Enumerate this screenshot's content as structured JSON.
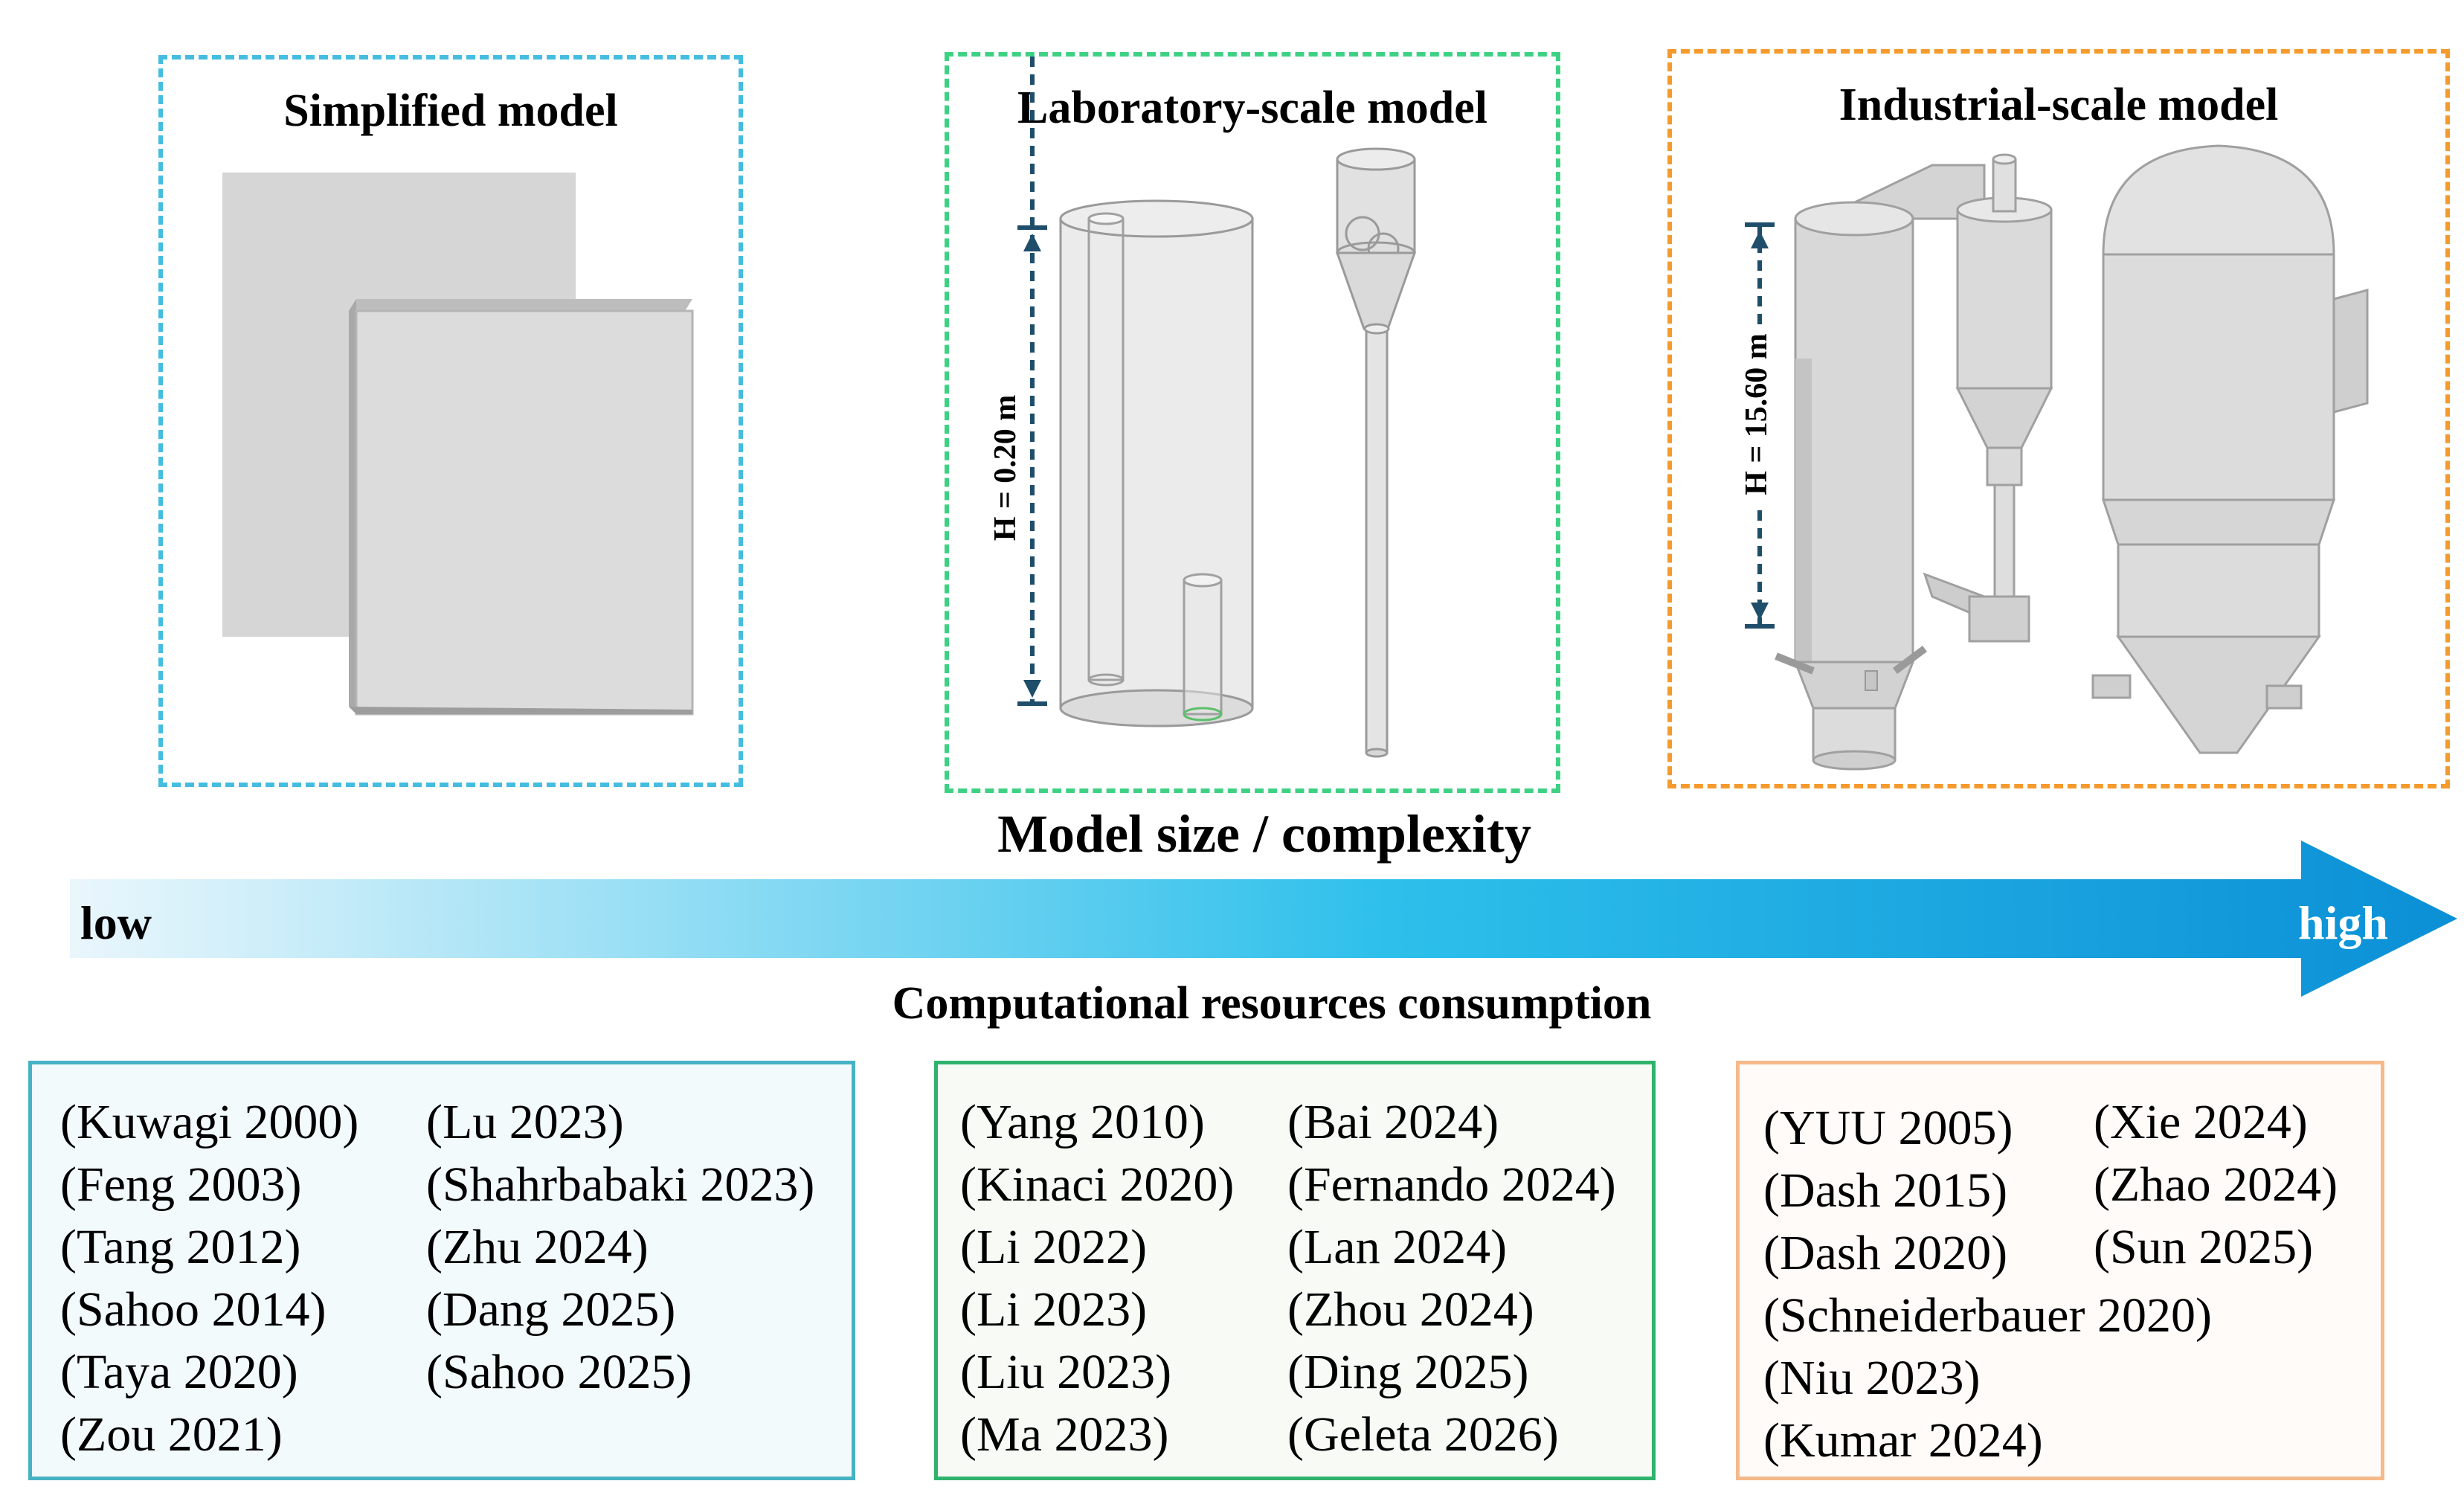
{
  "panels": {
    "simplified": {
      "title": "Simplified model",
      "color": "#44bde0"
    },
    "laboratory": {
      "title": "Laboratory-scale model",
      "color": "#3ed184",
      "height_label": "H = 0.20 m"
    },
    "industrial": {
      "title": "Industrial-scale model",
      "color": "#f59a2c",
      "height_label": "H = 15.60 m"
    }
  },
  "axis": {
    "top_label": "Model size / complexity",
    "bottom_label": "Computational resources consumption",
    "low_label": "low",
    "high_label": "high",
    "gradient_start": "#eaf6fc",
    "gradient_end": "#0b8fd6"
  },
  "references": {
    "simplified": {
      "border_color": "#47b2c4",
      "background": "#f3fafb",
      "col1": [
        "(Kuwagi  2000)",
        "(Feng 2003)",
        "(Tang 2012)",
        "(Sahoo 2014)",
        "(Taya 2020)",
        "(Zou 2021)"
      ],
      "col2": [
        "(Lu 2023)",
        "(Shahrbabaki 2023)",
        "(Zhu 2024)",
        "(Dang 2025)",
        "(Sahoo 2025)"
      ]
    },
    "laboratory": {
      "border_color": "#2fb36c",
      "background": "#f8faf5",
      "col1": [
        "(Yang 2010)",
        "(Kinaci 2020)",
        "(Li 2022)",
        "(Li 2023)",
        "(Liu 2023)",
        "(Ma 2023)"
      ],
      "col2": [
        "(Bai 2024)",
        "(Fernando 2024)",
        "(Lan 2024)",
        "(Zhou 2024)",
        "(Ding 2025)",
        "(Geleta 2026)"
      ]
    },
    "industrial": {
      "border_color": "#f5b98a",
      "background": "#fefbf8",
      "col1": [
        "(YUU 2005)",
        "(Dash 2015)",
        "(Dash 2020)",
        "(Schneiderbauer 2020)",
        "(Niu 2023)",
        "(Kumar 2024)"
      ],
      "col2": [
        "(Xie 2024)",
        "(Zhao 2024)",
        "(Sun 2025)"
      ]
    }
  }
}
